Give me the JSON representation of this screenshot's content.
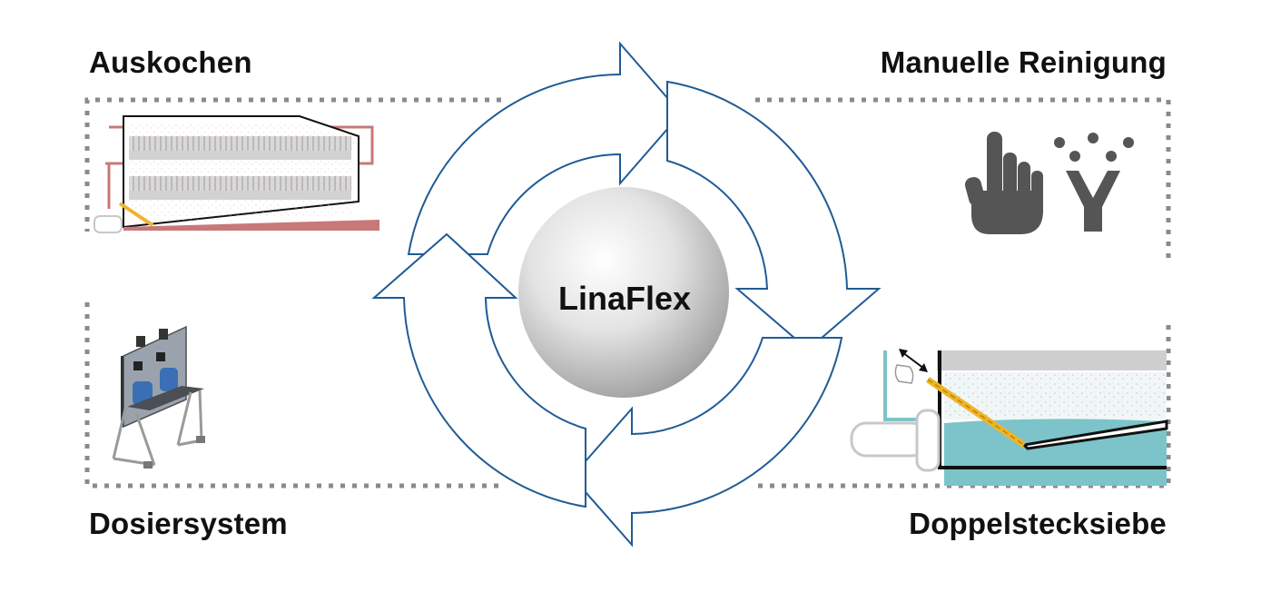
{
  "center": {
    "label": "LinaFlex"
  },
  "panels": {
    "top_left": {
      "label": "Auskochen"
    },
    "top_right": {
      "label": "Manuelle Reinigung"
    },
    "bottom_left": {
      "label": "Dosiersystem"
    },
    "bottom_right": {
      "label": "Doppelstecksiebe"
    }
  },
  "colors": {
    "cycle_arrow_stroke": "#1f5b96",
    "border_dots": "#8a8a8a",
    "hand_icon": "#555555",
    "water": "#7cc4c9",
    "frame_beam": "#f0b429",
    "heater_pipe": "#c9787a",
    "pump": "#3a6fb5"
  },
  "icons": [
    "kettle-cleaning-icon",
    "hand-icon",
    "spray-nozzle-icon",
    "dosing-station-icon",
    "double-sieve-tank-icon",
    "cycle-arrows-icon",
    "sphere-icon"
  ]
}
